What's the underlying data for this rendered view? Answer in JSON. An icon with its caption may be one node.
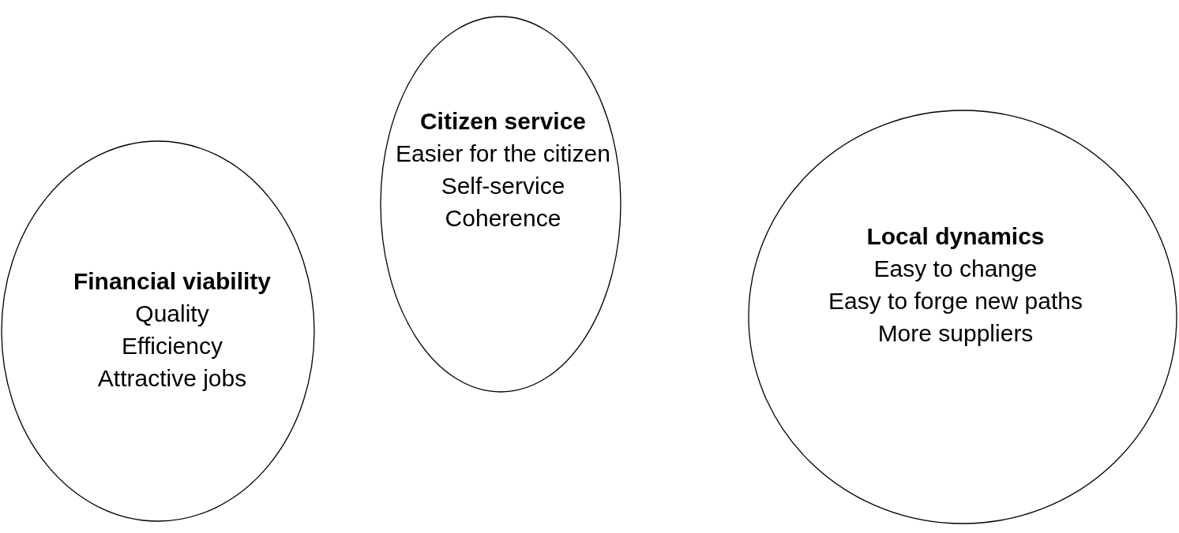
{
  "diagram": {
    "nodes": [
      {
        "text": [
          "Financial viability",
          "Quality",
          "Efficiency",
          "Attractive jobs"
        ]
      },
      {
        "text": [
          "Citizen service",
          "Easier for the citizen",
          "Self-service",
          "Coherence"
        ]
      },
      {
        "text": [
          "Local dynamics",
          "Easy to change",
          "Easy to forge new paths",
          "More suppliers"
        ]
      }
    ],
    "edges": []
  }
}
